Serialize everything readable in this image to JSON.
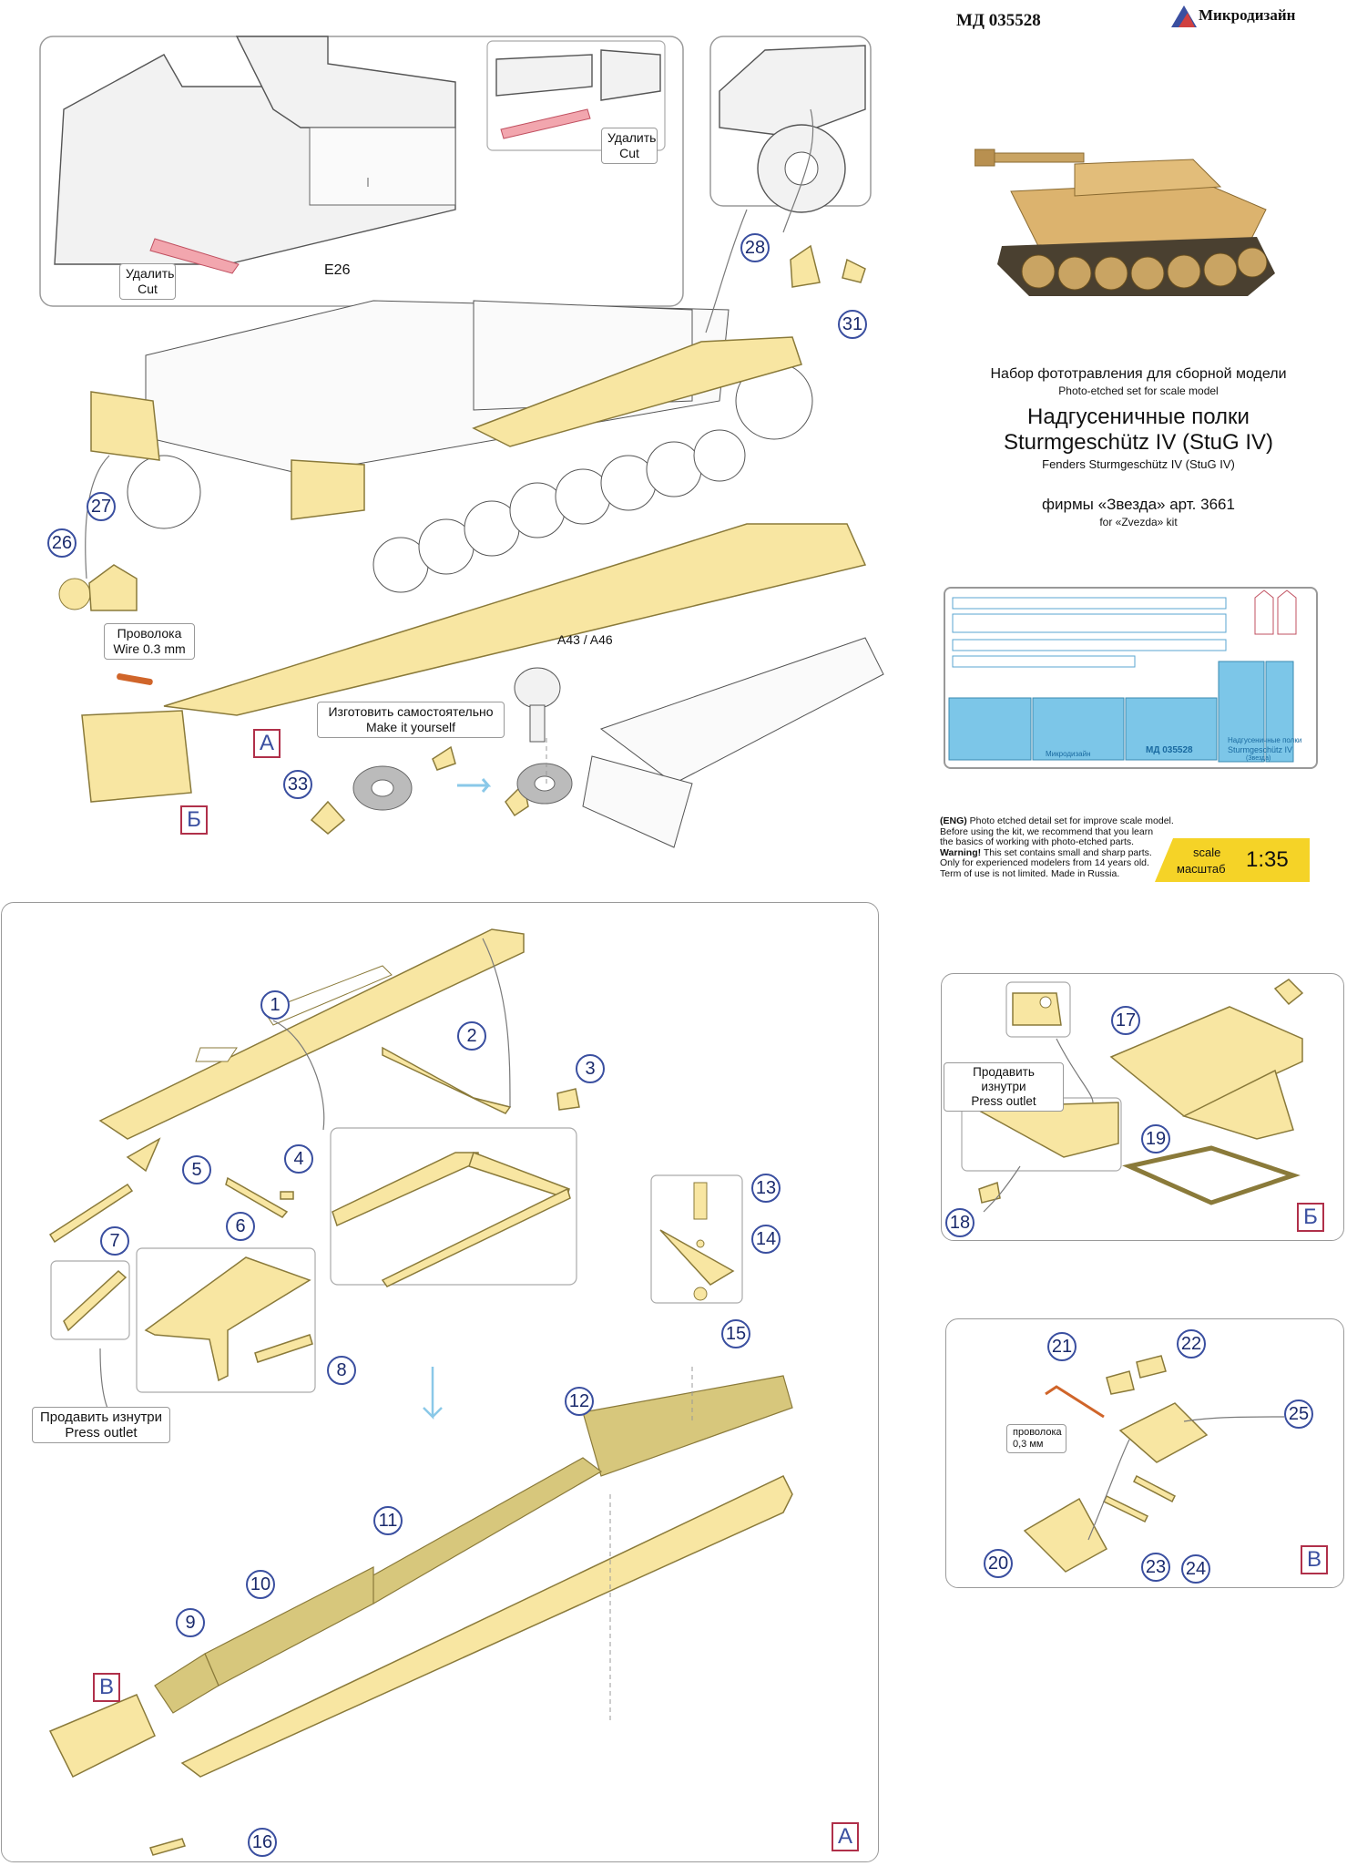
{
  "header": {
    "article": "МД 035528",
    "brand": "Микродизайн"
  },
  "product": {
    "ru_line": "Набор фототравления для сборной модели",
    "en_line": "Photo-etched set for scale model",
    "title_ru": "Надгусеничные полки",
    "title_model": "Sturmgeschütz IV (StuG IV)",
    "title_en": "Fenders Sturmgeschütz IV (StuG IV)",
    "kit_ru": "фирмы «Звезда» арт. 3661",
    "kit_en": "for «Zvezda» kit"
  },
  "sheet_thumb": {
    "article": "МД 035528",
    "caption_ru": "Надгусеничные полки",
    "caption_model": "Sturmgeschütz IV",
    "caption_kit": "(Звезда)",
    "brand": "Микродизайн"
  },
  "warning": {
    "lead": "(ENG)",
    "line1": " Photo etched detail set for improve scale model.",
    "line2": "Before using the kit, we recommend that you learn",
    "line3": "the basics of working with photo-etched parts.",
    "bold": "Warning!",
    "line4": " This set contains small and sharp parts.",
    "line5": "Only for experienced modelers from 14 years old.",
    "line6": "Term of use is not limited. Made in Russia."
  },
  "scale": {
    "label_en": "scale",
    "label_ru": "масштаб",
    "value": "1:35"
  },
  "top_diagram": {
    "cut_label_ru": "Удалить",
    "cut_label_en": "Cut",
    "part_e26": "E26",
    "wire_ru": "Проволока",
    "wire_en": "Wire 0.3 mm",
    "make_ru": "Изготовить самостоятельно",
    "make_en": "Make it yourself",
    "a43": "A43 / A46",
    "letter_a": "А",
    "letter_b": "Б",
    "callouts": [
      "26",
      "27",
      "28",
      "31",
      "33"
    ]
  },
  "panel_a": {
    "letter": "А",
    "letter_v": "В",
    "press_ru": "Продавить изнутри",
    "press_en": "Press outlet",
    "callouts": [
      "1",
      "2",
      "3",
      "4",
      "5",
      "6",
      "7",
      "8",
      "9",
      "10",
      "11",
      "12",
      "13",
      "14",
      "15",
      "16"
    ]
  },
  "panel_b": {
    "letter": "Б",
    "press_ru": "Продавить изнутри",
    "press_en": "Press outlet",
    "callouts": [
      "17",
      "18",
      "19"
    ]
  },
  "panel_v": {
    "letter": "В",
    "wire_ru": "проволока",
    "wire_mm": "0,3 мм",
    "callouts": [
      "20",
      "21",
      "22",
      "23",
      "24",
      "25"
    ]
  },
  "colors": {
    "part_fill": "#f8e6a2",
    "callout_ring": "#3a4fa0",
    "letter_border": "#b0304a",
    "scale_badge": "#f5d327",
    "cut_strip": "#f2a6ae",
    "sheet_blue": "#7cc6e8"
  }
}
